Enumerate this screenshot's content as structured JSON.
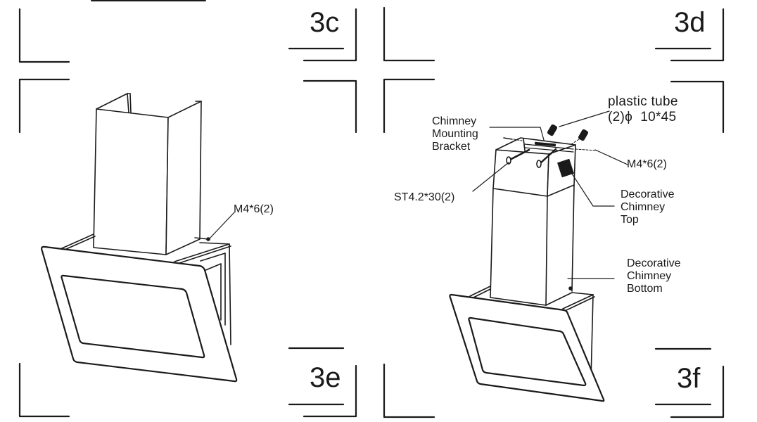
{
  "panels": [
    {
      "id": "3c",
      "step_label": "3c"
    },
    {
      "id": "3d",
      "step_label": "3d"
    },
    {
      "id": "3e",
      "step_label": "3e",
      "callouts": {
        "screw": "M4*6(2)"
      }
    },
    {
      "id": "3f",
      "step_label": "3f",
      "callouts": {
        "plastic_tube_line1": "plastic tube",
        "plastic_tube_line2": "(2)ϕ  10*45",
        "bracket": "Chimney\nMounting\nBracket",
        "screw_m4": "M4*6(2)",
        "screw_st": "ST4.2*30(2)",
        "chimney_top": "Decorative\nChimney\nTop",
        "chimney_bottom": "Decorative\nChimney\nBottom"
      }
    }
  ],
  "colors": {
    "line": "#1a1a1a",
    "background": "#ffffff"
  }
}
